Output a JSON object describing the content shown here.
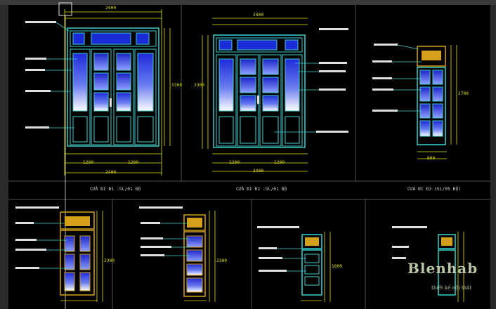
{
  "colors": {
    "background": "#000000",
    "dimension": "#e6e600",
    "frame_cyan": "#3fd0d0",
    "glass_blue": "#1b2bd6",
    "wood_orange": "#d4a01a",
    "label_white": "#e0e0e0"
  },
  "captions": {
    "d1": "CỬA ĐI Đ1 :SL/01 BỘ",
    "d2": "CỬA ĐI Đ2 :SL/01 BỘ",
    "d3": "CỬA ĐI Đ3 (SL/05 BỘ)"
  },
  "dims": {
    "d1_top": "2400",
    "d1_bottom_total": "2400",
    "d1_bottom_left": "1200",
    "d1_bottom_right": "1200",
    "d1_height": "3300",
    "d2_top": "2400",
    "d2_bottom_total": "2400",
    "d2_bottom_left": "1200",
    "d2_bottom_right": "1200",
    "d2_height": "3300",
    "d3_bottom": "900",
    "d3_height": "2700",
    "d4_height": "2300",
    "d5_height": "2300",
    "d6_height": "1800"
  },
  "logo": {
    "title": "Blenhab",
    "subtitle": "thiết kế nội thất"
  }
}
